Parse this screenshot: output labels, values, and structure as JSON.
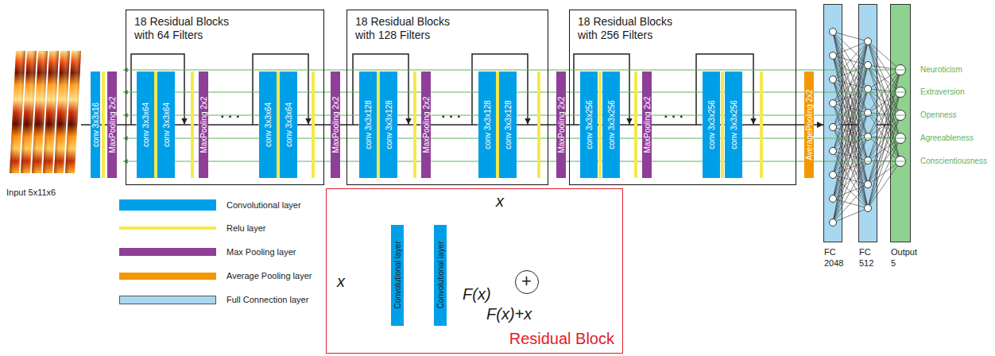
{
  "diagram": {
    "nodes": [
      {
        "text": [
          "Input 5x11x6"
        ]
      },
      {
        "text": [
          "conv 3x3x16"
        ]
      },
      {
        "text": [
          "MaxPooling 2x2"
        ]
      },
      {
        "text": [
          "18 Residual Blocks with 64 Filters"
        ]
      },
      {
        "text": [
          "conv 3x3x64"
        ],
        "in": 3
      },
      {
        "text": [
          "conv 3x3x64"
        ],
        "in": 3
      },
      {
        "text": [
          "MaxPooling 2x2"
        ],
        "in": 3
      },
      {
        "text": [
          "conv 3x3x64"
        ],
        "in": 3
      },
      {
        "text": [
          "conv 3x3x64"
        ],
        "in": 3
      },
      {
        "text": [
          "MaxPooling 2x2"
        ]
      },
      {
        "text": [
          "18 Residual Blocks with 128 Filters"
        ]
      },
      {
        "text": [
          "conv 3x3x128"
        ],
        "in": 10
      },
      {
        "text": [
          "conv 3x3x128"
        ],
        "in": 10
      },
      {
        "text": [
          "MaxPooling 2x2"
        ],
        "in": 10
      },
      {
        "text": [
          "conv 3x3x128"
        ],
        "in": 10
      },
      {
        "text": [
          "conv 3x3x128"
        ],
        "in": 10
      },
      {
        "text": [
          "MaxPooling 2x2"
        ]
      },
      {
        "text": [
          "18 Residual Blocks with 256 Filters"
        ]
      },
      {
        "text": [
          "conv 3x3x256"
        ],
        "in": 17
      },
      {
        "text": [
          "conv 3x3x256"
        ],
        "in": 17
      },
      {
        "text": [
          "MaxPooling 2x2"
        ],
        "in": 17
      },
      {
        "text": [
          "conv 3x3x256"
        ],
        "in": 17
      },
      {
        "text": [
          "conv 3x3x256"
        ],
        "in": 17
      },
      {
        "text": [
          "AveragePooling 2x2"
        ]
      },
      {
        "text": [
          "FC 2048"
        ]
      },
      {
        "text": [
          "FC 512"
        ]
      },
      {
        "text": [
          "Output 5"
        ]
      },
      {
        "text": [
          "Residual Block"
        ]
      },
      {
        "text": [
          "Convolutional layer"
        ],
        "in": 27
      },
      {
        "text": [
          "Convolutional layer"
        ],
        "in": 27
      },
      {
        "text": [
          "+"
        ],
        "in": 27
      }
    ],
    "edges": [
      {
        "from": 0,
        "to": 1,
        "arrow": "none"
      },
      {
        "from": 1,
        "to": 2,
        "arrow": "none"
      },
      {
        "from": 2,
        "to": 4,
        "arrow": "none"
      },
      {
        "from": 4,
        "to": 5,
        "arrow": "none"
      },
      {
        "from": 5,
        "to": 6,
        "arrow": "none"
      },
      {
        "from": 6,
        "to": 7,
        "arrow": "none"
      },
      {
        "from": 7,
        "to": 8,
        "arrow": "none"
      },
      {
        "from": 8,
        "to": 9,
        "arrow": "none"
      },
      {
        "from": 9,
        "to": 11,
        "arrow": "none"
      },
      {
        "from": 11,
        "to": 12,
        "arrow": "none"
      },
      {
        "from": 12,
        "to": 13,
        "arrow": "none"
      },
      {
        "from": 13,
        "to": 14,
        "arrow": "none"
      },
      {
        "from": 14,
        "to": 15,
        "arrow": "none"
      },
      {
        "from": 15,
        "to": 16,
        "arrow": "none"
      },
      {
        "from": 16,
        "to": 18,
        "arrow": "none"
      },
      {
        "from": 18,
        "to": 19,
        "arrow": "none"
      },
      {
        "from": 19,
        "to": 20,
        "arrow": "none"
      },
      {
        "from": 20,
        "to": 21,
        "arrow": "none"
      },
      {
        "from": 21,
        "to": 22,
        "arrow": "none"
      },
      {
        "from": 22,
        "to": 23,
        "arrow": "none"
      },
      {
        "from": 23,
        "to": 24,
        "arrow": "to"
      },
      {
        "from": 24,
        "to": 25,
        "arrow": "none"
      },
      {
        "from": 25,
        "to": 26,
        "arrow": "none"
      },
      {
        "from": 28,
        "to": 29,
        "arrow": "none"
      },
      {
        "from": 29,
        "to": 30,
        "arrow": "none"
      }
    ],
    "labels": [
      "· · ·",
      "· · ·",
      "· · ·",
      "Neuroticism",
      "Extraversion",
      "Openness",
      "Agreeableness",
      "Conscientiousness",
      "x",
      "x",
      "F(x)",
      "F(x)+x"
    ],
    "legend": [
      {
        "text": "Convolutional layer",
        "color": "#00a0e9"
      },
      {
        "text": "Relu layer",
        "color": "#f5e94a"
      },
      {
        "text": "Max Pooling layer",
        "color": "#8f3f98"
      },
      {
        "text": "Average Pooling layer",
        "color": "#f39800"
      },
      {
        "text": "Full Connection layer",
        "color": "#a8d8f0"
      }
    ]
  }
}
